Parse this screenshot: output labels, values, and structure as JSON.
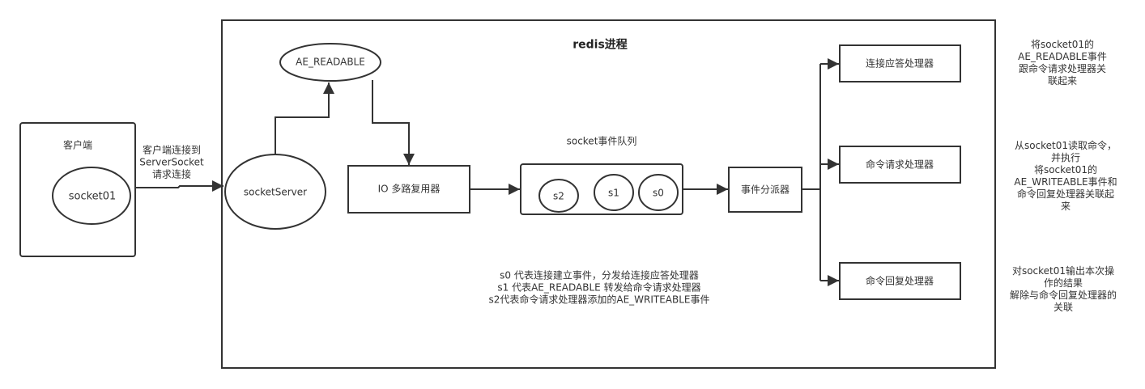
{
  "diagram": {
    "client_box": {
      "label": "客户端",
      "socket_label": "socket01"
    },
    "connect_edge_label": [
      "客户端连接到",
      "ServerSocket",
      "请求连接"
    ],
    "redis_process": {
      "title": "redis进程",
      "ae_readable": "AE_READABLE",
      "socket_server": "socketServer",
      "io_multiplexer": "IO 多路复用器",
      "queue_title": "socket事件队列",
      "queue_items": [
        "s2",
        "s1",
        "s0"
      ],
      "dispatcher": "事件分派器",
      "handlers": [
        "连接应答处理器",
        "命令请求处理器",
        "命令回复处理器"
      ],
      "legend": [
        "s0 代表连接建立事件，分发给连接应答处理器",
        "s1 代表AE_READABLE 转发给命令请求处理器",
        "s2代表命令请求处理器添加的AE_WRITEABLE事件"
      ]
    },
    "notes": [
      [
        "将socket01的",
        "AE_READABLE事件",
        "跟命令请求处理器关",
        "联起来"
      ],
      [
        "从socket01读取命令，",
        "并执行",
        "将socket01的",
        "AE_WRITEABLE事件和",
        "命令回复处理器关联起",
        "来"
      ],
      [
        "对socket01输出本次操",
        "作的结果",
        "解除与命令回复处理器的",
        "关联"
      ]
    ],
    "colors": {
      "stroke": "#333333",
      "text": "#333333",
      "background": "#ffffff"
    }
  }
}
